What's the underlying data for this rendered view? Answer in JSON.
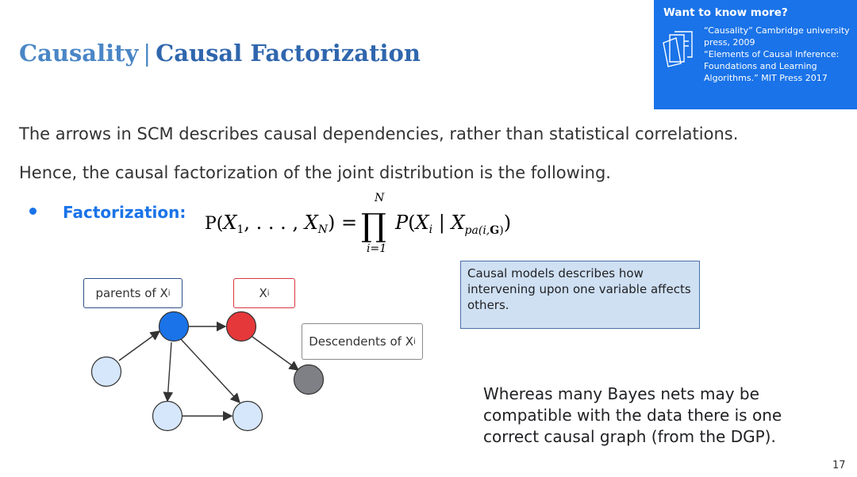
{
  "slide": {
    "title_part1": "Causality",
    "title_separator": "|",
    "title_part2": "Causal Factorization",
    "page_number": "17"
  },
  "info_box": {
    "heading": "Want to know more?",
    "icon": "books-icon",
    "references": [
      "“Causality” Cambridge university press, 2009",
      "“Elements of Causal Inference: Foundations and Learning Algorithms.” MIT Press 2017"
    ],
    "background_color": "#1a73e8"
  },
  "body": {
    "paragraph1": "The arrows in SCM describes causal dependencies, rather than statistical correlations.",
    "paragraph2": "Hence, the causal factorization of the joint distribution is the following.",
    "bullet_label": "Factorization:",
    "formula": {
      "lhs": "P(X1, . . . , XN) =",
      "product_upper": "N",
      "product_lower": "i=1",
      "rhs": "P(Xi | Xpa(i,G))"
    }
  },
  "callout": {
    "text": "Causal models describes how intervening upon one variable affects others."
  },
  "note": {
    "text": "Whereas many Bayes nets may be compatible with the data there is one correct causal graph (from the DGP)."
  },
  "diagram": {
    "labels": {
      "parents": "parents of X",
      "xi": "X",
      "descendents": "Descendents of X",
      "subscript": "i"
    },
    "colors": {
      "parent_node": "#1a73e8",
      "target_node": "#e5383b",
      "descendant_node": "#7f7f86",
      "other_node": "#d6e6fb"
    }
  }
}
